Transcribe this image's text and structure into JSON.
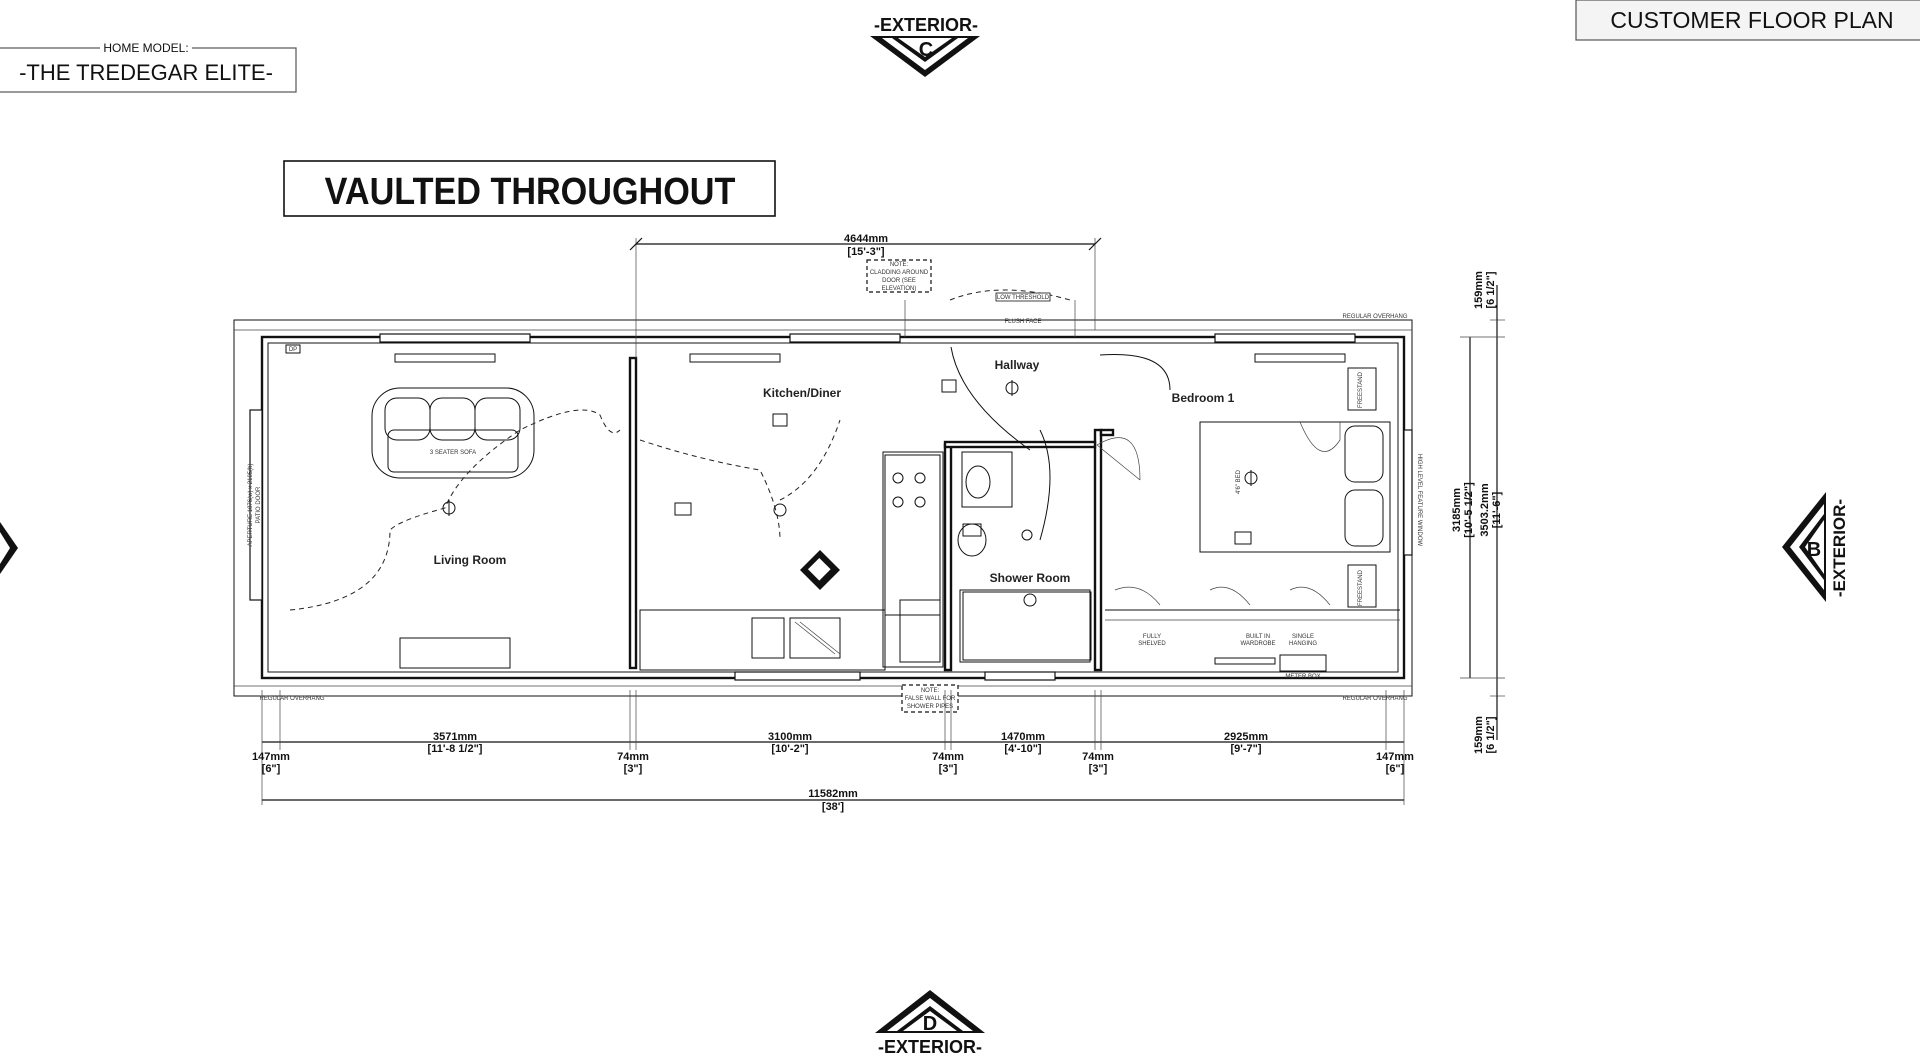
{
  "header": {
    "home_model_label": "HOME MODEL:",
    "home_model_name": "-THE TREDEGAR ELITE-",
    "plan_title": "CUSTOMER FLOOR PLAN",
    "vaulted": "VAULTED THROUGHOUT"
  },
  "exteriors": {
    "c_label": "-EXTERIOR-",
    "c_letter": "C",
    "d_label": "-EXTERIOR-",
    "d_letter": "D",
    "b_label": "-EXTERIOR-",
    "b_letter": "B"
  },
  "rooms": {
    "living": "Living Room",
    "kitchen": "Kitchen/Diner",
    "hallway": "Hallway",
    "bedroom": "Bedroom 1",
    "shower": "Shower Room"
  },
  "notes": {
    "cladding": [
      "NOTE:",
      "CLADDING AROUND",
      "DOOR (SEE",
      "ELEVATION)"
    ],
    "false_wall": [
      "NOTE:",
      "FALSE WALL FOR",
      "SHOWER PIPES"
    ],
    "low_threshold": "LOW THRESHOLD",
    "flush_face": "FLUSH FACE",
    "sofa": "3 SEATER SOFA",
    "patio_door": [
      "APERTURE 1876(w) x 2105(h)",
      "PATIO DOOR"
    ],
    "fully_shelved": [
      "FULLY",
      "SHELVED"
    ],
    "built_in_wardrobe": [
      "BUILT IN",
      "WARDROBE"
    ],
    "single_hanging": [
      "SINGLE",
      "HANGING"
    ],
    "high_level_window": "HIGH LEVEL FEATURE WINDOW",
    "freestand": "FREESTAND",
    "regular_overhang": "REGULAR OVERHANG",
    "dp": "DP",
    "double_bed": "4'6\" BED",
    "meter_box": "METER BOX"
  },
  "dimensions": {
    "top_overall": "4644mm",
    "top_overall_imp": "[15'-3\"]",
    "bottom": [
      {
        "mm": "147mm",
        "imp": "[6\"]"
      },
      {
        "mm": "3571mm",
        "imp": "[11'-8 1/2\"]"
      },
      {
        "mm": "74mm",
        "imp": "[3\"]"
      },
      {
        "mm": "3100mm",
        "imp": "[10'-2\"]"
      },
      {
        "mm": "74mm",
        "imp": "[3\"]"
      },
      {
        "mm": "1470mm",
        "imp": "[4'-10\"]"
      },
      {
        "mm": "74mm",
        "imp": "[3\"]"
      },
      {
        "mm": "2925mm",
        "imp": "[9'-7\"]"
      },
      {
        "mm": "147mm",
        "imp": "[6\"]"
      }
    ],
    "overall_length": "11582mm",
    "overall_length_imp": "[38']",
    "right_top": "159mm",
    "right_top_imp": "[6 1/2\"]",
    "right_bottom": "159mm",
    "right_bottom_imp": "[6 1/2\"]",
    "inner_width": "3185mm",
    "inner_width_imp": "[10'-5 1/2\"]",
    "outer_width": "3503.2mm",
    "outer_width_imp": "[11'-6\"]"
  }
}
